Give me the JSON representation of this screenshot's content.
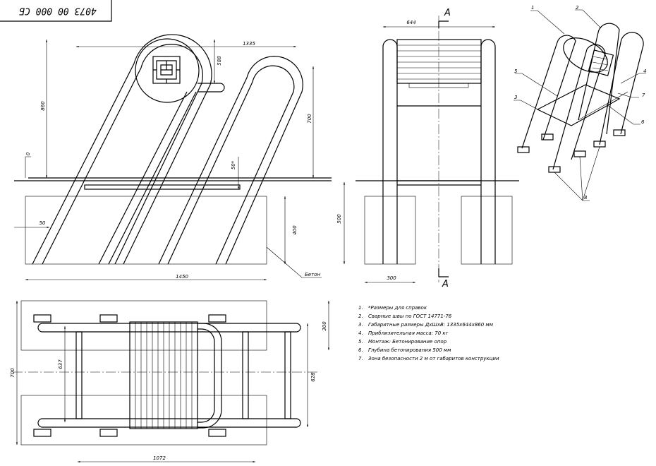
{
  "stamp": {
    "designation": "4073 00 000 СБ"
  },
  "section_marks": {
    "top": "А",
    "bottom": "А"
  },
  "front_view": {
    "dims": {
      "overall_length": "1335",
      "height": "860",
      "arc_offset": "588",
      "inner_height": "700",
      "zero_level": "0",
      "rung_height": "50*",
      "base_offset": "50",
      "foundation_depth": "400",
      "total_depth": "500",
      "base_length": "1450"
    },
    "callout_concrete": "Бетон"
  },
  "side_view": {
    "dims": {
      "width": "644",
      "footing_width": "300"
    }
  },
  "plan_view": {
    "dims": {
      "depth_300": "300",
      "depth_637": "637",
      "depth_628": "628",
      "width_700": "700",
      "width_1072": "1072"
    }
  },
  "iso_view": {
    "positions": [
      "1",
      "2",
      "3",
      "4",
      "5",
      "6",
      "7",
      "8"
    ]
  },
  "notes": [
    {
      "num": "1.",
      "text": "*Размеры для справок"
    },
    {
      "num": "2.",
      "text": "Сварные швы по ГОСТ 14771-76"
    },
    {
      "num": "3.",
      "text": "Габаритные размеры ДхШхВ: 1335х644х860 мм"
    },
    {
      "num": "4.",
      "text": "Приблизительная масса: 70 кг"
    },
    {
      "num": "5.",
      "text": "Монтаж: Бетонирование опор"
    },
    {
      "num": "6.",
      "text": "Глубина бетонирования 500 мм"
    },
    {
      "num": "7.",
      "text": "Зона безопасности 2 м от габаритов конструкции"
    }
  ]
}
